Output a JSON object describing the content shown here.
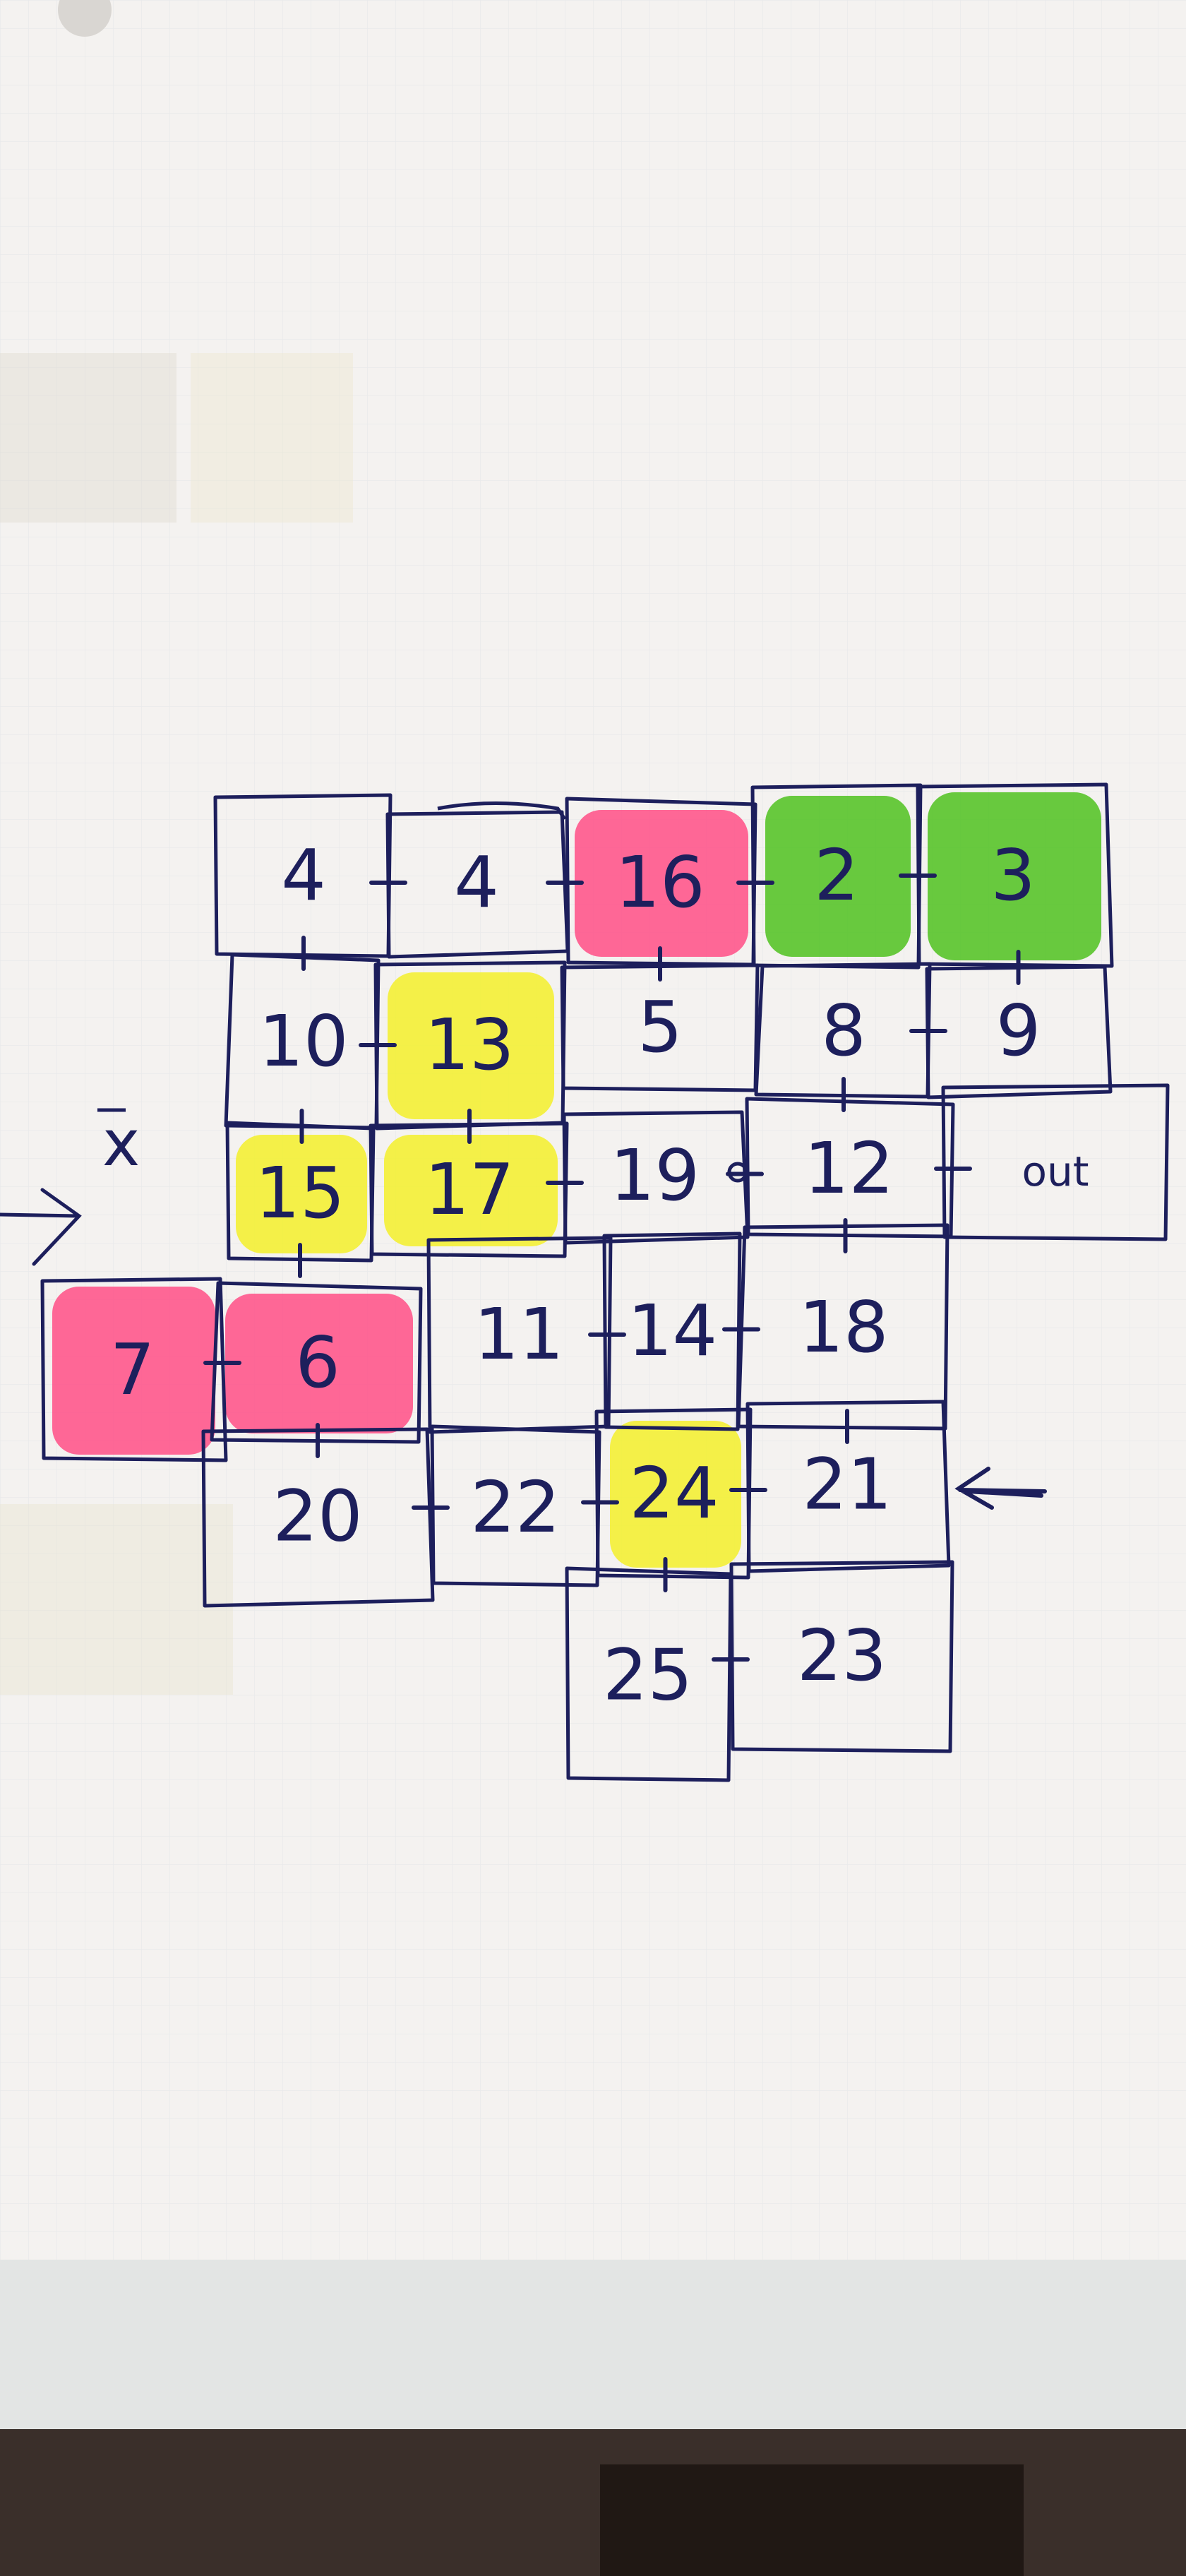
{
  "diagram": {
    "cells": [
      {
        "id": "c4a",
        "label": "4"
      },
      {
        "id": "c4b",
        "label": "4"
      },
      {
        "id": "c16",
        "label": "16",
        "highlight": "pink"
      },
      {
        "id": "c2",
        "label": "2",
        "highlight": "green"
      },
      {
        "id": "c3",
        "label": "3",
        "highlight": "green"
      },
      {
        "id": "c10",
        "label": "10"
      },
      {
        "id": "c13",
        "label": "13",
        "highlight": "yellow"
      },
      {
        "id": "c5",
        "label": "5"
      },
      {
        "id": "c8",
        "label": "8"
      },
      {
        "id": "c9",
        "label": "9"
      },
      {
        "id": "c15",
        "label": "15",
        "highlight": "yellow"
      },
      {
        "id": "c17",
        "label": "17",
        "highlight": "yellow"
      },
      {
        "id": "c19",
        "label": "19"
      },
      {
        "id": "c12",
        "label": "12"
      },
      {
        "id": "cout",
        "label": "out"
      },
      {
        "id": "c7",
        "label": "7",
        "highlight": "pink"
      },
      {
        "id": "c6",
        "label": "6",
        "highlight": "pink"
      },
      {
        "id": "c11",
        "label": "11"
      },
      {
        "id": "c14",
        "label": "14"
      },
      {
        "id": "c18",
        "label": "18"
      },
      {
        "id": "c20",
        "label": "20"
      },
      {
        "id": "c22",
        "label": "22"
      },
      {
        "id": "c24",
        "label": "24",
        "highlight": "yellow"
      },
      {
        "id": "c21",
        "label": "21"
      },
      {
        "id": "c25",
        "label": "25"
      },
      {
        "id": "c23",
        "label": "23"
      }
    ],
    "connections": [
      [
        "c4a",
        "c4b"
      ],
      [
        "c4b",
        "c16"
      ],
      [
        "c16",
        "c2"
      ],
      [
        "c2",
        "c3"
      ],
      [
        "c10",
        "c13"
      ],
      [
        "c8",
        "c9"
      ],
      [
        "c17",
        "c19"
      ],
      [
        "c19",
        "c12"
      ],
      [
        "c12",
        "cout"
      ],
      [
        "c7",
        "c6"
      ],
      [
        "c11",
        "c14"
      ],
      [
        "c14",
        "c18"
      ],
      [
        "c20",
        "c22"
      ],
      [
        "c22",
        "c24"
      ],
      [
        "c24",
        "c21"
      ],
      [
        "c25",
        "c23"
      ],
      [
        "c4a",
        "c10"
      ],
      [
        "c16",
        "c5"
      ],
      [
        "c3",
        "c9"
      ],
      [
        "c8",
        "c12"
      ],
      [
        "c10",
        "c15"
      ],
      [
        "c13",
        "c17"
      ],
      [
        "c15",
        "c6"
      ],
      [
        "c12",
        "c18"
      ],
      [
        "c6",
        "c20"
      ],
      [
        "c18",
        "c21"
      ],
      [
        "c24",
        "c25"
      ]
    ],
    "side_mark": "x",
    "entry_arrow": "left-entry-arrow",
    "marker_arrow": "right-marker-arrow",
    "colors": {
      "ink": "#1d1f5c",
      "pink": "#ff4f86",
      "yellow": "#f3f02a",
      "green": "#4fc21f",
      "paper": "#f4f2f0"
    }
  }
}
